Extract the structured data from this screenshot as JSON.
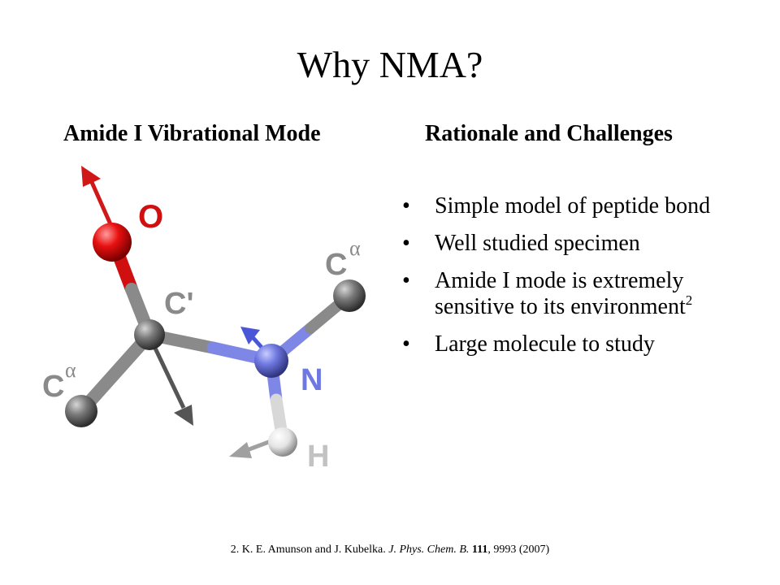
{
  "slide": {
    "title": "Why NMA?",
    "left_heading": "Amide I Vibrational Mode",
    "right_heading": "Rationale  and Challenges"
  },
  "molecule": {
    "labels": {
      "oxygen": "O",
      "carbonyl_carbon": "C'",
      "nitrogen": "N",
      "hydrogen": "H",
      "alpha_carbon_letter": "C",
      "alpha_symbol": "α"
    },
    "colors": {
      "oxygen": "#e01010",
      "carbon": "#7a7a7a",
      "nitrogen": "#6f78e0",
      "hydrogen": "#e6e6e6",
      "arrow_o": "#d01818",
      "arrow_n": "#4a56d8",
      "arrow_c": "#555555",
      "arrow_h": "#999999"
    }
  },
  "bullets": [
    {
      "text": "Simple model of peptide bond",
      "sup": ""
    },
    {
      "text": "Well studied specimen",
      "sup": ""
    },
    {
      "text": "Amide I mode is extremely sensitive  to its environment",
      "sup": "2"
    },
    {
      "text": "Large molecule to study",
      "sup": ""
    }
  ],
  "bullet_glyph": "•",
  "footnote": {
    "number": "2.",
    "authors": "K. E. Amunson and J. Kubelka.",
    "journal": "J. Phys. Chem. B.",
    "volume": "111",
    "pages_year": ", 9993 (2007)"
  }
}
